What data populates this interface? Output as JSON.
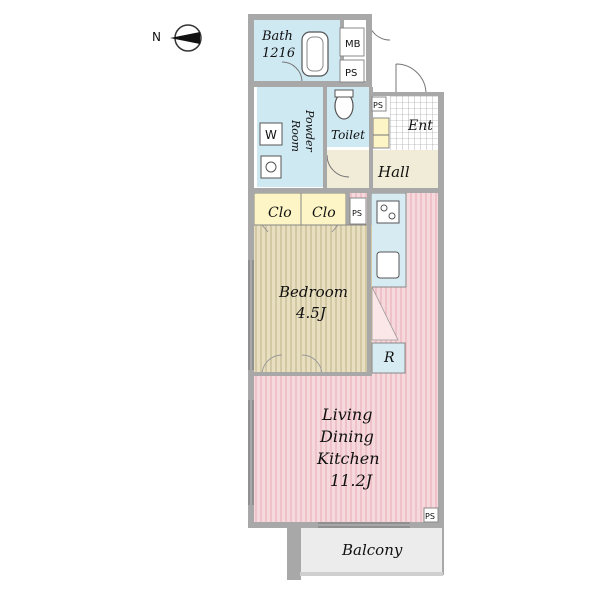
{
  "compass": {
    "north_label": "N"
  },
  "rooms": {
    "bath": {
      "name": "Bath",
      "size": "1216"
    },
    "mb": "MB",
    "ps_top": "PS",
    "ps_toilet": "PS",
    "ps_clo": "PS",
    "ps_ldk": "PS",
    "powder_room_line1": "Powder",
    "powder_room_line2": "Room",
    "washer": "W",
    "toilet": "Toilet",
    "entrance": "Ent",
    "hall": "Hall",
    "closet_left": "Clo",
    "closet_right": "Clo",
    "bedroom": {
      "name": "Bedroom",
      "size": "4.5J"
    },
    "refrigerator": "R",
    "ldk": {
      "line1": "Living",
      "line2": "Dining",
      "line3": "Kitchen",
      "size": "11.2J"
    },
    "balcony": "Balcony"
  },
  "colors": {
    "wall": "#a8a8a8",
    "bath_fill": "#cfe9f3",
    "closet_fill": "#fdf5c5",
    "hall_fill": "#f1ecd7",
    "bedroom_fill": "#e8dfc1",
    "ldk_fill": "#f6d9dc",
    "kitchen_fill": "#d7ecf2",
    "balcony_fill": "#ececec"
  }
}
